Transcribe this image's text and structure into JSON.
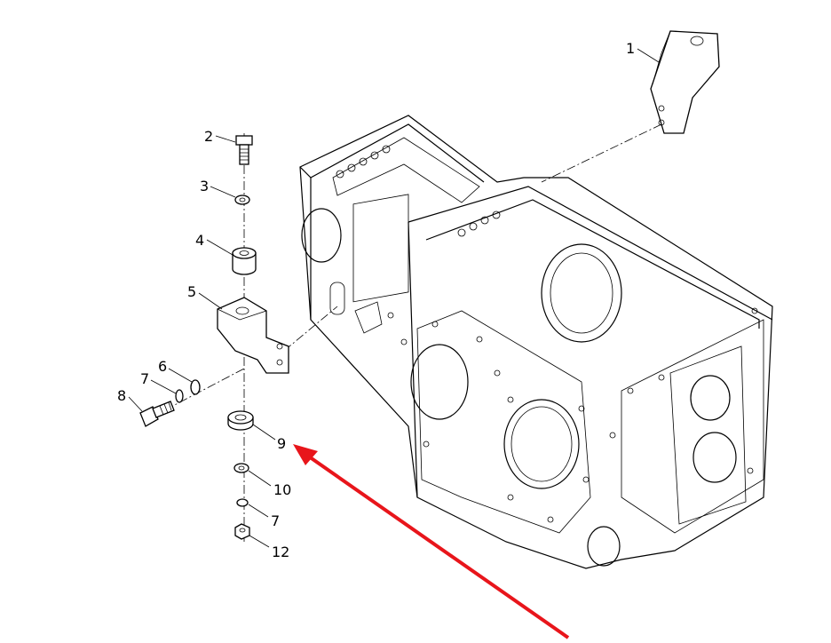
{
  "diagram": {
    "type": "exploded-parts-diagram",
    "callouts": [
      {
        "id": "1",
        "label": "1",
        "part": "bracket"
      },
      {
        "id": "2",
        "label": "2",
        "part": "bolt"
      },
      {
        "id": "3",
        "label": "3",
        "part": "washer"
      },
      {
        "id": "4",
        "label": "4",
        "part": "bushing"
      },
      {
        "id": "5",
        "label": "5",
        "part": "mounting-bracket"
      },
      {
        "id": "6",
        "label": "6",
        "part": "washer"
      },
      {
        "id": "7a",
        "label": "7",
        "part": "spring-washer"
      },
      {
        "id": "8",
        "label": "8",
        "part": "bolt"
      },
      {
        "id": "9",
        "label": "9",
        "part": "rubber-bushing"
      },
      {
        "id": "10",
        "label": "10",
        "part": "washer"
      },
      {
        "id": "7b",
        "label": "7",
        "part": "spring-washer"
      },
      {
        "id": "12",
        "label": "12",
        "part": "nut"
      }
    ],
    "highlight": {
      "target": "9",
      "color": "#e8151b"
    },
    "line_color": "#000000"
  }
}
